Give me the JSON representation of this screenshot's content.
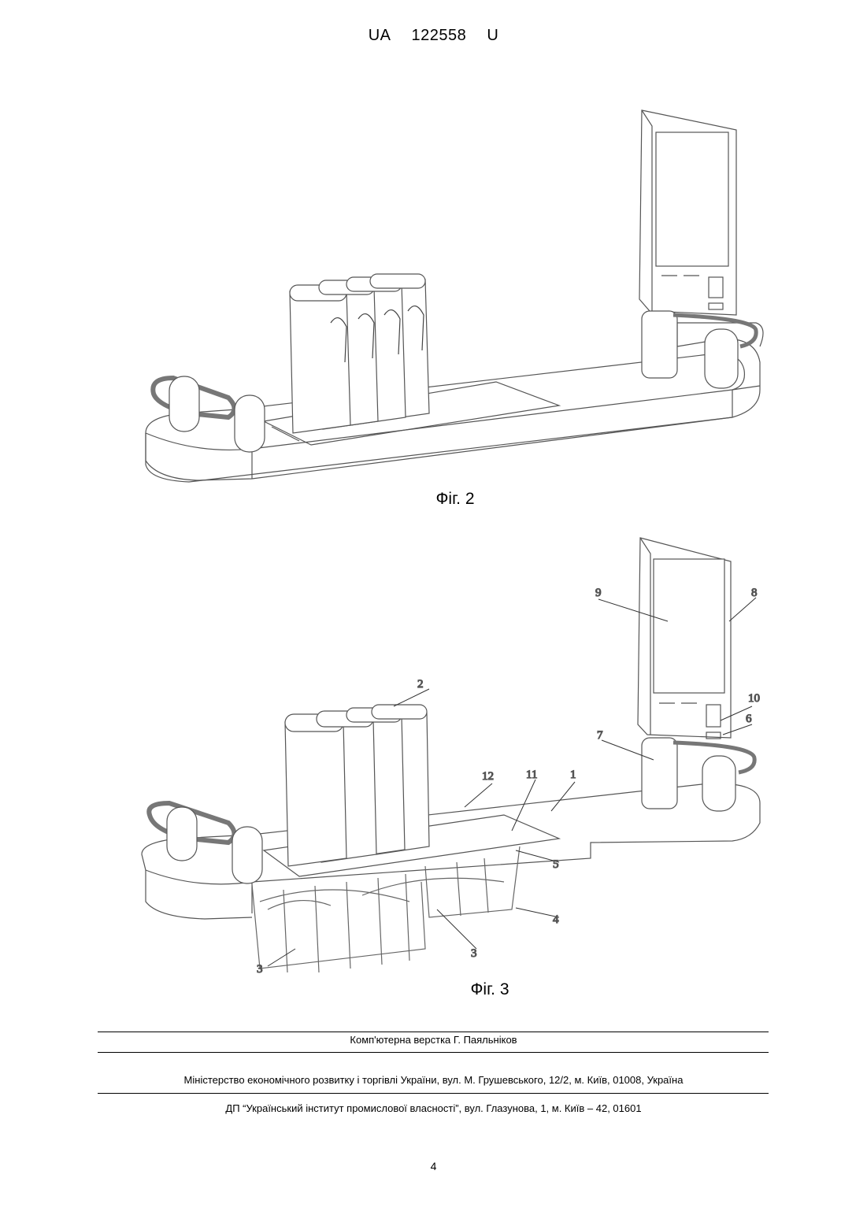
{
  "header": {
    "country": "UA",
    "number": "122558",
    "kind": "U"
  },
  "figures": [
    {
      "caption": "Фіг. 2"
    },
    {
      "caption": "Фіг. 3",
      "labels": [
        "1",
        "2",
        "3",
        "3",
        "4",
        "5",
        "6",
        "7",
        "8",
        "9",
        "10",
        "11",
        "12"
      ]
    }
  ],
  "footer": {
    "layout": "Комп'ютерна верстка Г. Паяльніков",
    "ministry": "Міністерство економічного розвитку і торгівлі України, вул. М. Грушевського, 12/2, м. Київ, 01008, Україна",
    "institute": "ДП “Український інститут промислової власності”, вул. Глазунова, 1, м. Київ – 42, 01601"
  },
  "page_number": "4"
}
